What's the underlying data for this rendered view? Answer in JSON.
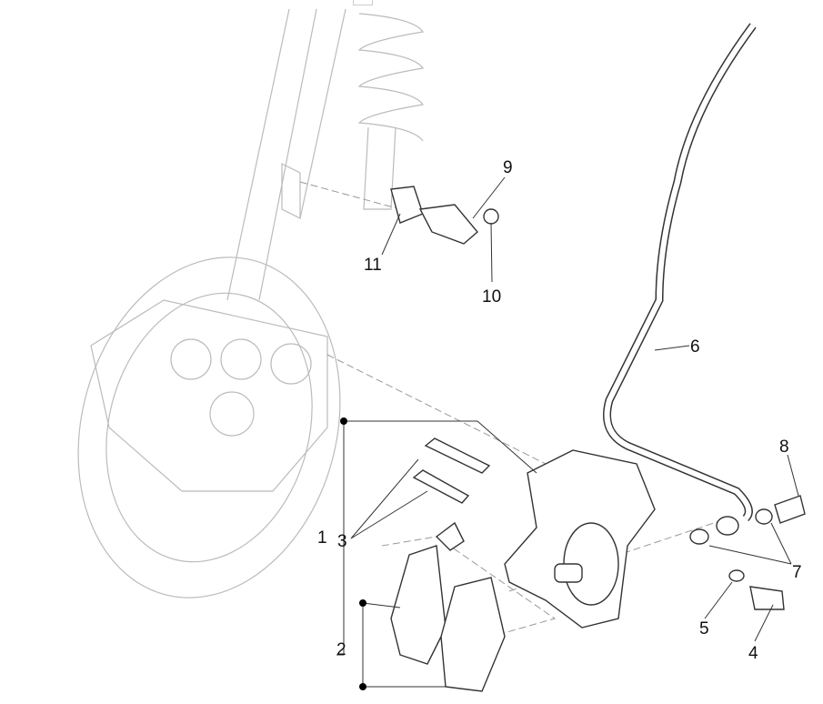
{
  "topbar": {
    "back_icon": "chevron-left-icon"
  },
  "diagram": {
    "callouts": [
      "1",
      "2",
      "3",
      "4",
      "5",
      "6",
      "7",
      "8",
      "9",
      "10",
      "11"
    ]
  }
}
